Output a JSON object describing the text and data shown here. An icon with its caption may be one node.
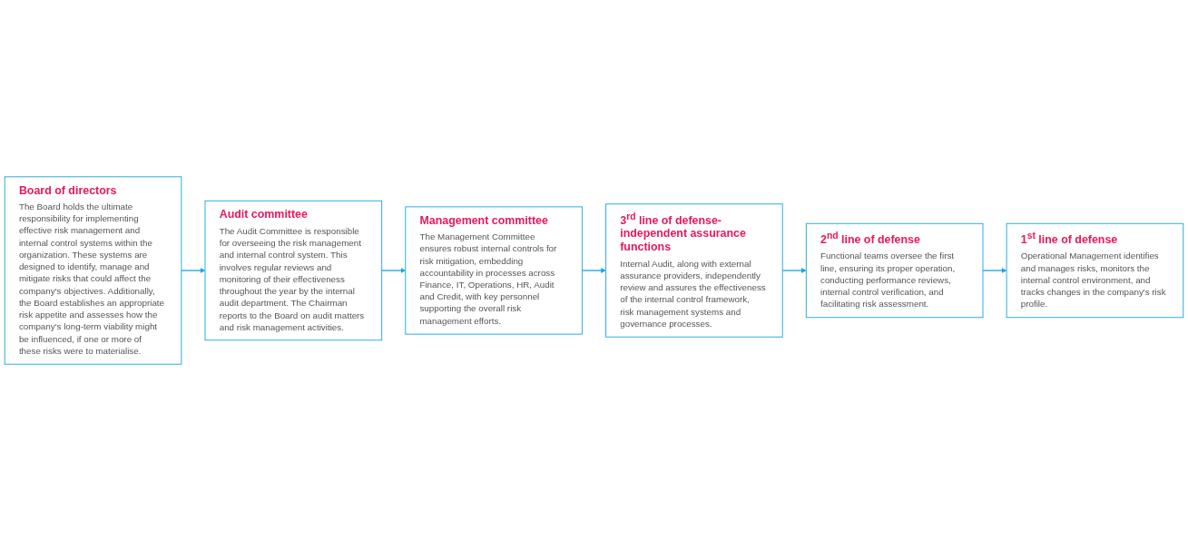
{
  "diagram": {
    "nodes": [
      {
        "text": [
          "Board of directors",
          "The Board holds the ultimate responsibility for implementing effective risk management and internal control systems within the organization. These systems are designed to identify, manage and mitigate risks that could affect the company's objectives. Additionally, the Board establishes an appropriate risk appetite and assesses how the company's long-term viability might be influenced, if one or more of these risks were to materialise."
        ]
      },
      {
        "text": [
          "Audit committee",
          "The Audit Committee is responsible for overseeing the risk management and internal control system. This involves regular reviews and monitoring of their effectiveness throughout the year by the internal audit department. The Chairman reports to the Board on audit matters and risk management activities."
        ]
      },
      {
        "text": [
          "Management committee",
          "The Management Committee ensures robust internal controls for risk mitigation, embedding accountability in processes across Finance, IT, Operations, HR, Audit and Credit, with key personnel supporting the overall risk management efforts."
        ]
      },
      {
        "text": [
          "3$^{rd}$ line of defense-independent assurance functions",
          "Internal Audit, along with external assurance providers, independently review and assures the effectiveness of the internal control framework, risk management systems and governance processes."
        ]
      },
      {
        "text": [
          "2$^{nd}$ line of defense",
          "Functional teams oversee the first line, ensuring its proper operation, conducting performance reviews, internal control verification, and facilitating risk assessment."
        ]
      },
      {
        "text": [
          "1$^{st}$ line of defense",
          "Operational Management identifies and manages risks, monitors the internal control environment, and tracks changes in the company's risk profile."
        ]
      }
    ],
    "edges": [
      {
        "from": 0,
        "to": 1,
        "arrow": "to"
      },
      {
        "from": 1,
        "to": 2,
        "arrow": "to"
      },
      {
        "from": 2,
        "to": 3,
        "arrow": "to"
      },
      {
        "from": 3,
        "to": 4,
        "arrow": "to"
      },
      {
        "from": 4,
        "to": 5,
        "arrow": "to"
      }
    ]
  }
}
